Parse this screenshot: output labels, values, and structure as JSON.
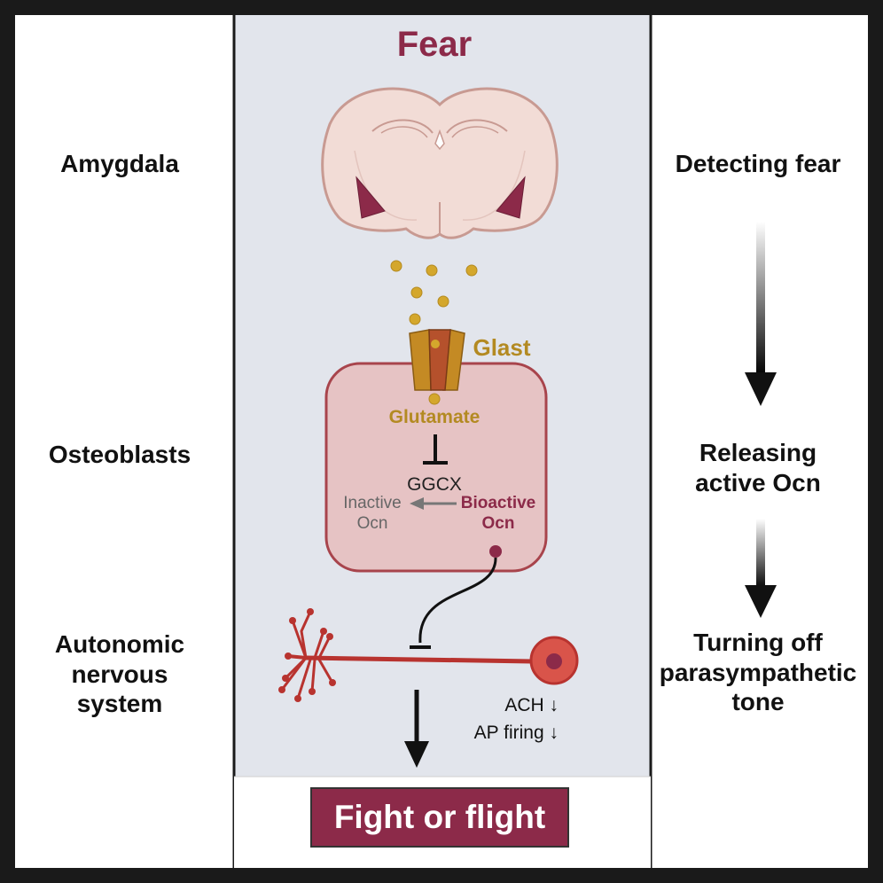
{
  "title": "Fear",
  "left_labels": {
    "amygdala": "Amygdala",
    "osteoblasts": "Osteoblasts",
    "autonomic": [
      "Autonomic",
      "nervous",
      "system"
    ]
  },
  "right_labels": {
    "detecting": "Detecting fear",
    "releasing": [
      "Releasing",
      "active Ocn"
    ],
    "turning_off": [
      "Turning off",
      "parasympathetic",
      "tone"
    ]
  },
  "center": {
    "glast": "Glast",
    "glutamate": "Glutamate",
    "ggcx": "GGCX",
    "inactive_ocn": [
      "Inactive",
      "Ocn"
    ],
    "bioactive_ocn": [
      "Bioactive",
      "Ocn"
    ],
    "ach": "ACH ↓",
    "ap_firing": "AP firing ↓",
    "outcome": "Fight or flight"
  },
  "colors": {
    "center_panel": "#e2e5ec",
    "brain_fill": "#f2dcd6",
    "amygdala": "#8c2a49",
    "glutamate_dots": "#d4a72c",
    "cell_fill": "#e6c3c4",
    "neuron": "#b8332f",
    "outcome_box": "#8c2a49"
  }
}
